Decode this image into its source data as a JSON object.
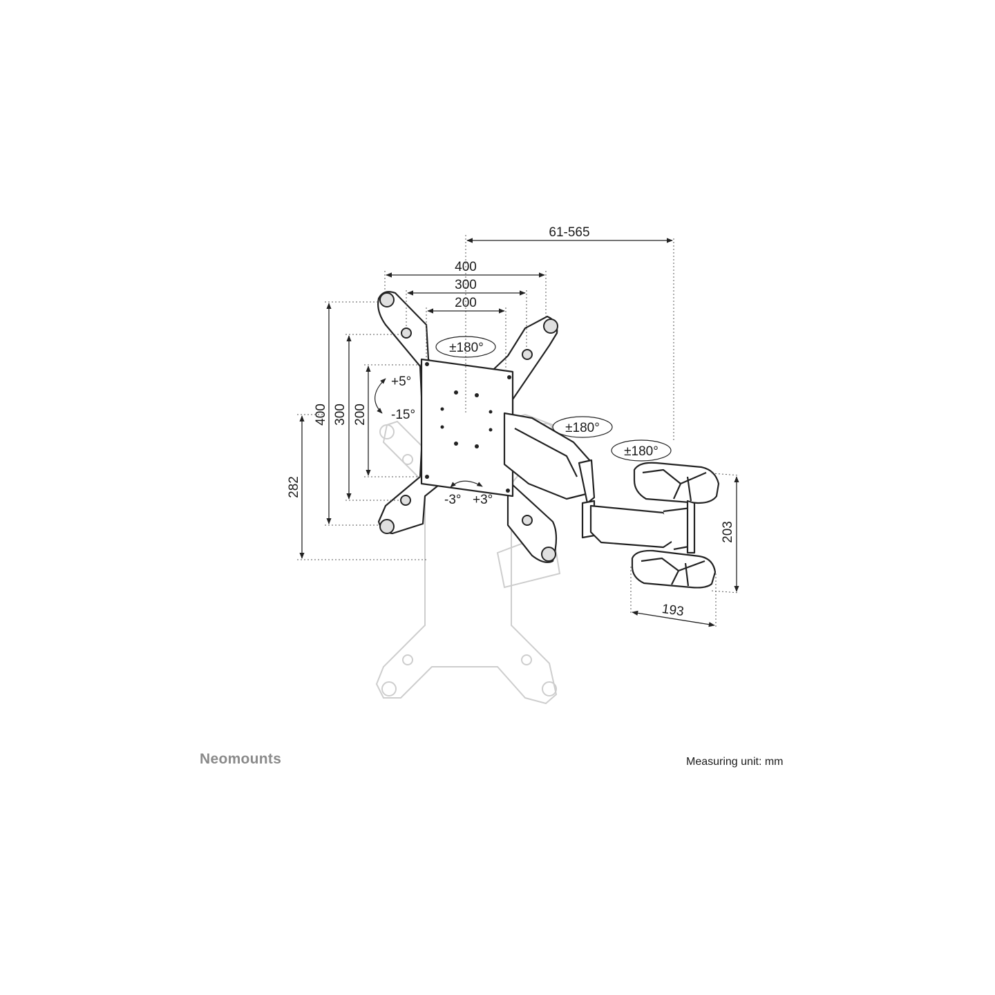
{
  "brand": "Neomounts",
  "measuring_unit": "Measuring unit: mm",
  "dimensions": {
    "reach": "61-565",
    "vesa_w_400": "400",
    "vesa_w_300": "300",
    "vesa_w_200": "200",
    "vesa_h_400": "400",
    "vesa_h_300": "300",
    "vesa_h_200": "200",
    "height_282": "282",
    "wallplate_h": "203",
    "wallplate_w": "193"
  },
  "rotation": {
    "plate": "±180°",
    "arm_joint": "±180°",
    "wall_joint": "±180°",
    "tilt_up": "+5°",
    "tilt_down": "-15°",
    "level_minus": "-3°",
    "level_plus": "+3°"
  }
}
